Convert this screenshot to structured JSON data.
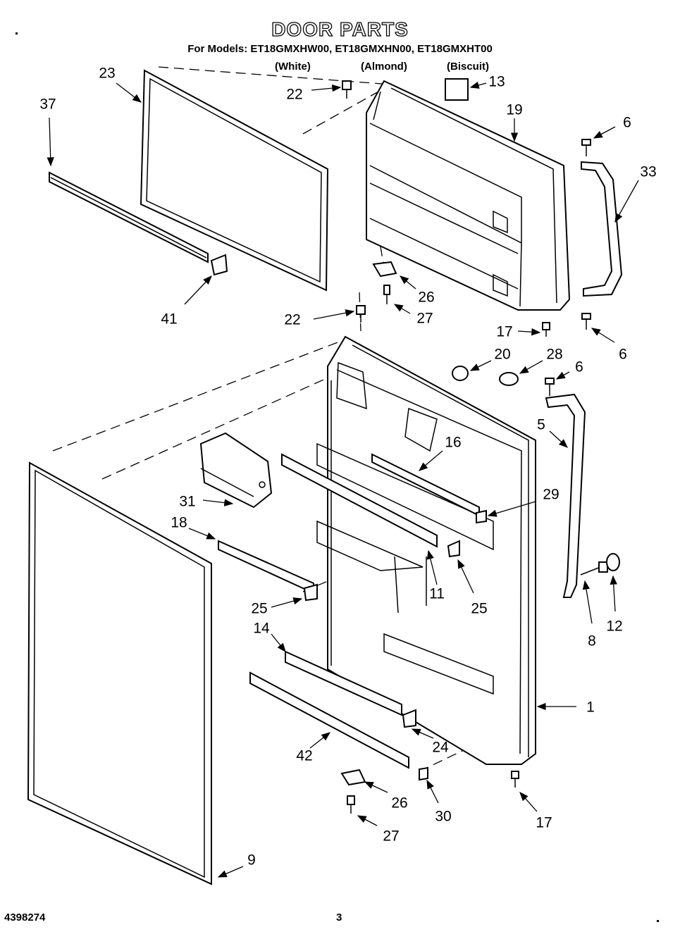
{
  "header": {
    "title": "DOOR PARTS",
    "models_line": "For Models: ET18GMXHW00, ET18GMXHN00, ET18GMXHT00",
    "variants": [
      "(White)",
      "(Almond)",
      "(Biscuit)"
    ]
  },
  "callouts": [
    "23",
    "37",
    "22",
    "13",
    "19",
    "6",
    "33",
    "41",
    "26",
    "27",
    "22",
    "17",
    "6",
    "20",
    "28",
    "6",
    "5",
    "16",
    "29",
    "31",
    "18",
    "11",
    "25",
    "25",
    "8",
    "12",
    "14",
    "1",
    "24",
    "42",
    "26",
    "30",
    "17",
    "27",
    "9"
  ],
  "footer": {
    "doc_number": "4398274",
    "page_number": "3"
  }
}
